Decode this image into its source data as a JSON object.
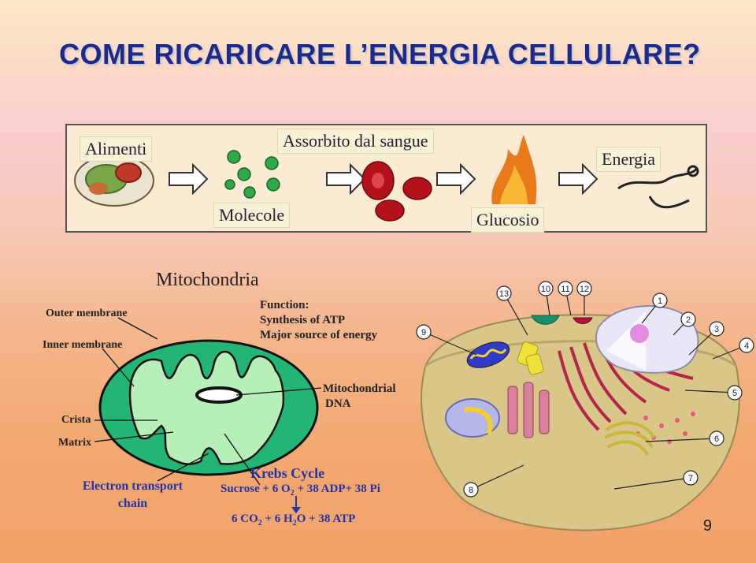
{
  "title": "COME RICARICARE L’ENERGIA CELLULARE?",
  "flow": {
    "alimenti": "Alimenti",
    "assorbito": "Assorbito dal sangue",
    "energia": "Energia",
    "molecole": "Molecole",
    "glucosio": "Glucosio"
  },
  "mito": {
    "title": "Mitochondria",
    "outer": "Outer membrane",
    "inner": "Inner membrane",
    "crista": "Crista",
    "matrix": "Matrix",
    "function_label": "Function:",
    "function_1": "Synthesis of ATP",
    "function_2": "Major source of energy",
    "dna_1": "Mitochondrial",
    "dna_2": "DNA",
    "etc_1": "Electron transport",
    "etc_2": "chain",
    "krebs": "Krebs Cycle",
    "eq1_a": "Sucrose + 6 O",
    "eq1_sub": "2",
    "eq1_b": " + 38 ADP+ 38 Pi",
    "eq2_a": "6 CO",
    "eq2_sub1": "2",
    "eq2_b": " + 6 H",
    "eq2_sub2": "2",
    "eq2_c": "O + 38 ATP"
  },
  "cell_numbers": [
    "13",
    "10",
    "11",
    "12",
    "1",
    "2",
    "3",
    "4",
    "9",
    "5",
    "6",
    "7",
    "8"
  ],
  "page_number": "9",
  "colors": {
    "title": "#1b2a8c",
    "mito_fill": "#22b573",
    "mito_inner": "#b6f0b8",
    "equation": "#2233a8"
  }
}
